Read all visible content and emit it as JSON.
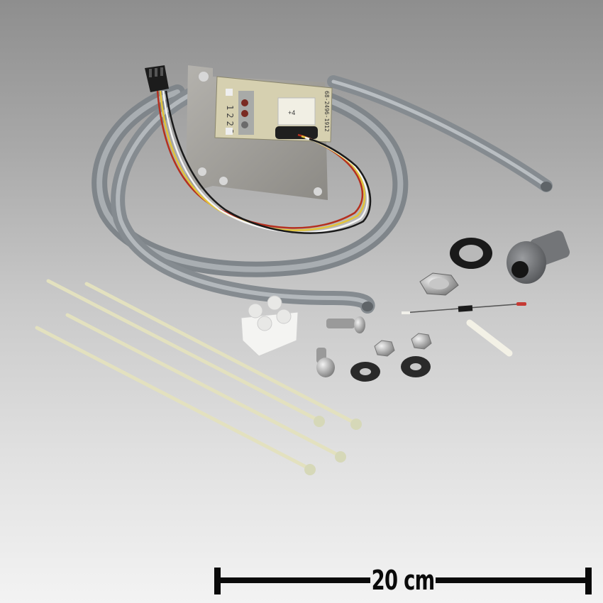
{
  "image": {
    "description": "Product kit photo: sensor circuit board on metal bracket with grey tubing, cable ties, terminal block, screws, nuts, washers, diode, cable gland",
    "background_gradient": [
      "#8e8e8e",
      "#f3f3f3"
    ]
  },
  "scale_bar": {
    "label": "20 cm",
    "color": "#0a0a0a"
  },
  "pcb": {
    "terminal_numbers": [
      "1",
      "2",
      "2",
      "3"
    ],
    "part_number": "68-2496-1912",
    "relay_label": "+4"
  },
  "parts": [
    {
      "name": "circuit-board-bracket",
      "label": "PCB on aluminium bracket"
    },
    {
      "name": "connector-plug",
      "label": "4-pin connector with wires"
    },
    {
      "name": "grey-tubing",
      "label": "Grey flexible tube"
    },
    {
      "name": "cable-ties",
      "label": "Cable ties",
      "count": 4
    },
    {
      "name": "terminal-block",
      "label": "2-way terminal block"
    },
    {
      "name": "screws",
      "label": "Slotted machine screws",
      "count": 2
    },
    {
      "name": "hex-nuts",
      "label": "Hex nuts",
      "count": 2
    },
    {
      "name": "washers",
      "label": "Washers",
      "count": 2
    },
    {
      "name": "rubber-seal",
      "label": "Black rubber seal ring"
    },
    {
      "name": "locknut",
      "label": "Large hex locknut"
    },
    {
      "name": "cable-gland",
      "label": "Grey cable gland"
    },
    {
      "name": "diode",
      "label": "Diode with leads"
    },
    {
      "name": "insulating-sleeve",
      "label": "White sleeve"
    }
  ],
  "colors": {
    "tube": "#8d9398",
    "tube_highlight": "#b9bec2",
    "bracket": "#9d9b96",
    "pcb": "#d9d3b4",
    "cable_tie": "#e6e4c4",
    "gland": "#6f7174",
    "metal": "#b8b8b8"
  }
}
